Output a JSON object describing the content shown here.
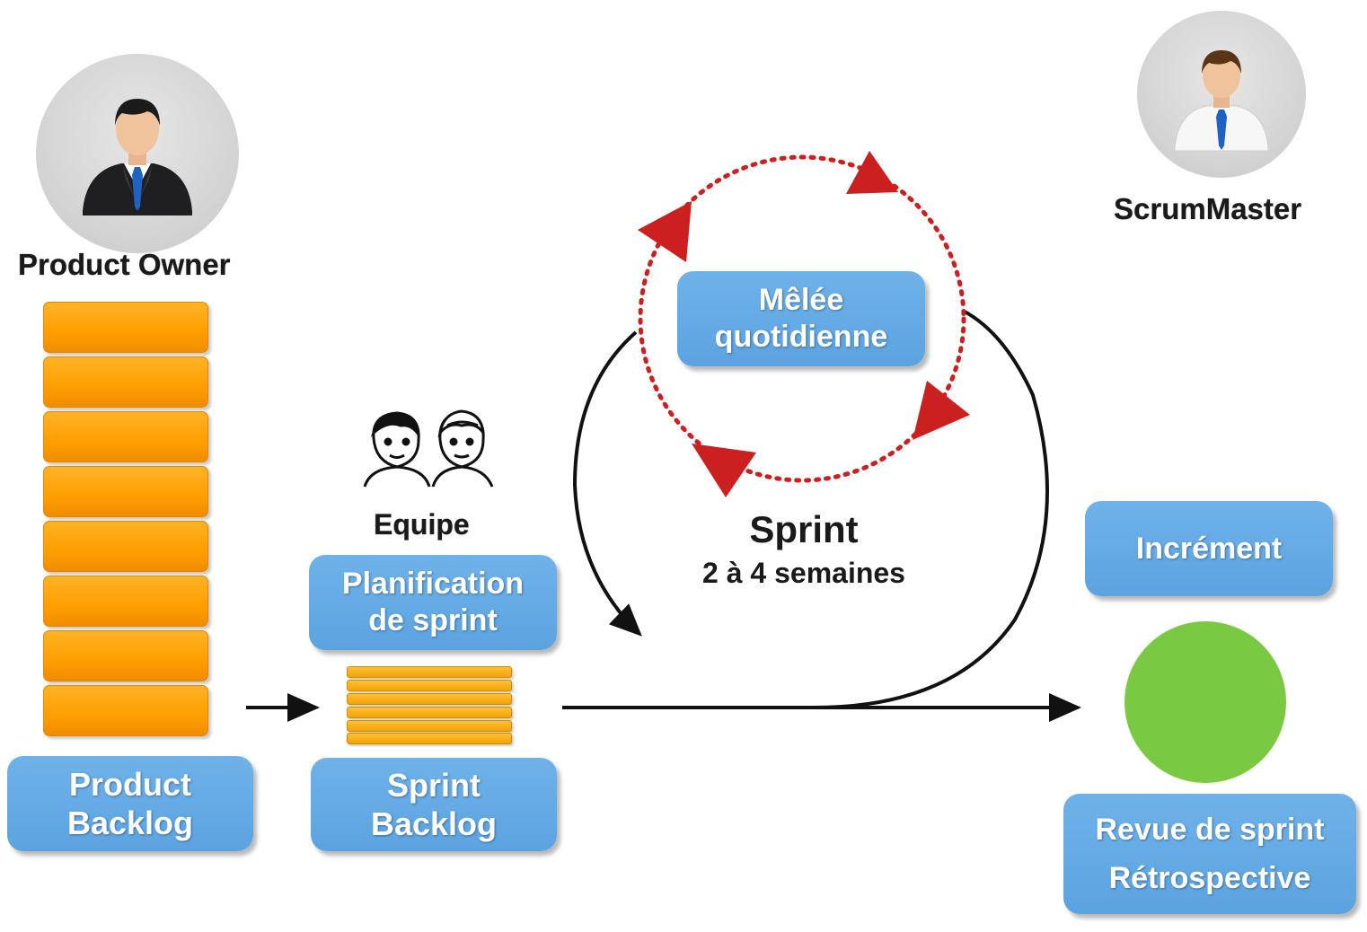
{
  "roles": {
    "product_owner": "Product Owner",
    "scrum_master": "ScrumMaster",
    "team": "Equipe"
  },
  "boxes": {
    "product_backlog": [
      "Product",
      "Backlog"
    ],
    "sprint_planning": [
      "Planification",
      "de sprint"
    ],
    "sprint_backlog": [
      "Sprint",
      "Backlog"
    ],
    "daily_scrum": [
      "Mêlée",
      "quotidienne"
    ],
    "increment": [
      "Incrément"
    ],
    "review": [
      "Revue de sprint",
      "Rétrospective"
    ]
  },
  "sprint": {
    "title": "Sprint",
    "duration": "2 à 4 semaines"
  },
  "colors": {
    "box_blue": "#5ba3e0",
    "backlog_orange": "#ff9e00",
    "loop_red": "#cc1f1f",
    "increment_green": "#7ac943"
  }
}
